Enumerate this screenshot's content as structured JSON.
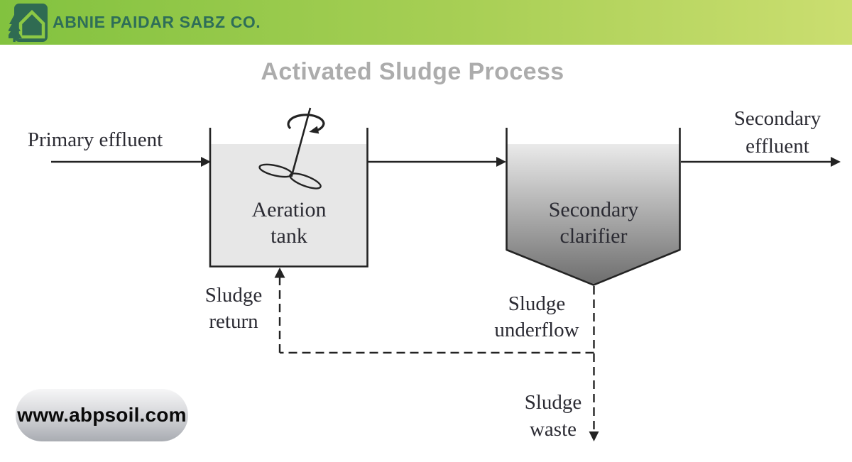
{
  "header": {
    "company_name": "ABNIE PAIDAR SABZ CO.",
    "logo_icon": "house-with-pine-tree-icon",
    "colors": {
      "bar_gradient_left": "#82C23F",
      "bar_gradient_right": "#CBDE70",
      "logo_dark_green": "#2F6B52",
      "logo_light_green": "#8CC845",
      "company_text": "#2E6E58"
    }
  },
  "title": {
    "text": "Activated Sludge Process",
    "color": "#ACACAC"
  },
  "diagram": {
    "labels": {
      "primary_effluent": "Primary effluent",
      "secondary_effluent": [
        "Secondary",
        "effluent"
      ],
      "aeration_tank": [
        "Aeration",
        "tank"
      ],
      "secondary_clarifier": [
        "Secondary",
        "clarifier"
      ],
      "sludge_return": [
        "Sludge",
        "return"
      ],
      "sludge_underflow": [
        "Sludge",
        "underflow"
      ],
      "sludge_waste": [
        "Sludge",
        "waste"
      ]
    },
    "colors": {
      "line": "#232323",
      "tank_fill": "#E7E7E7",
      "clarifier_gradient_top": "#EAEAEA",
      "clarifier_gradient_bottom": "#6E6E6E",
      "label_text": "#2B2B33"
    }
  },
  "footer": {
    "website": "www.abpsoil.com"
  }
}
